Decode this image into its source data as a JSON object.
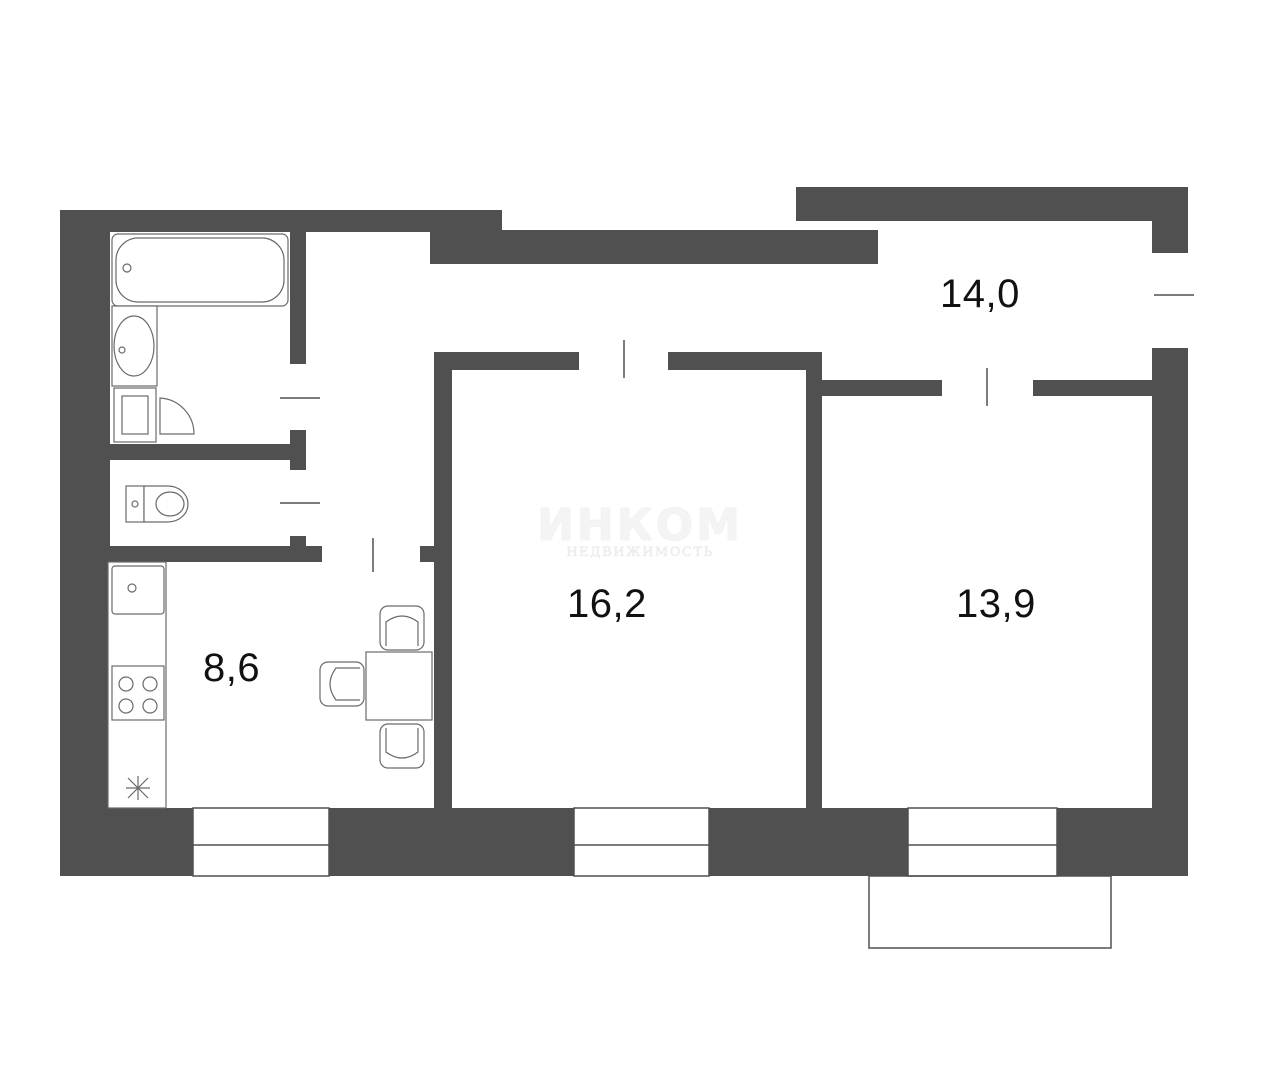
{
  "rooms": [
    {
      "id": "corridor",
      "area": "14,0"
    },
    {
      "id": "room-middle",
      "area": "16,2"
    },
    {
      "id": "room-right",
      "area": "13,9"
    },
    {
      "id": "kitchen",
      "area": "8,6"
    }
  ],
  "watermark": {
    "brand": "ИНКОМ",
    "subtitle": "НЕДВИЖИМОСТЬ"
  },
  "colors": {
    "wall": "#505050",
    "background": "#ffffff",
    "text": "#111111"
  }
}
